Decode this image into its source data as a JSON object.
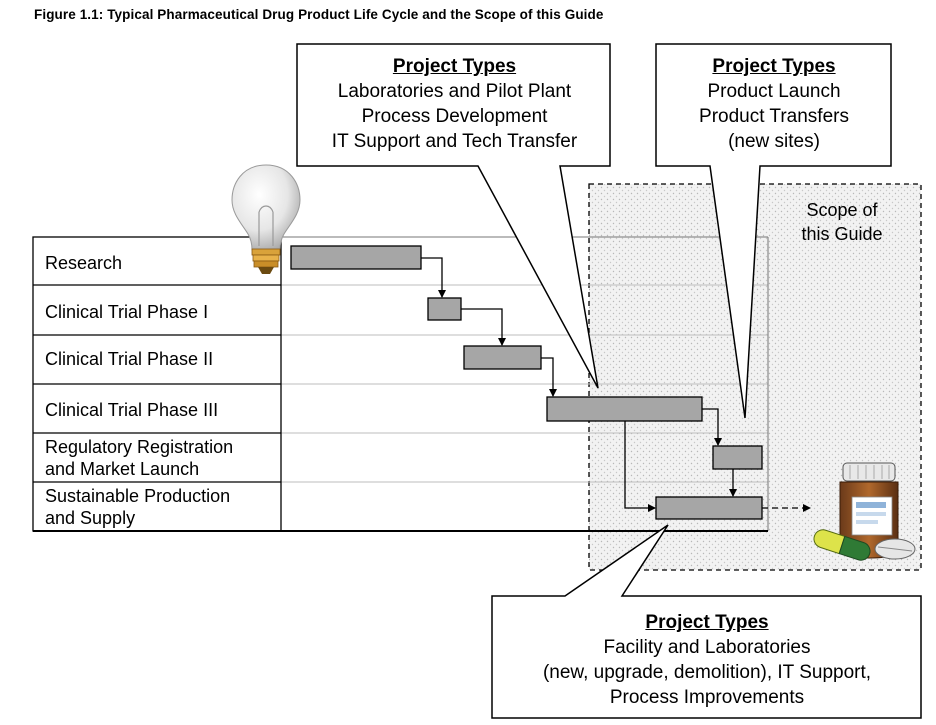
{
  "figure_title": "Figure 1.1: Typical Pharmaceutical Drug Product Life Cycle and the Scope of this Guide",
  "stages": [
    {
      "label_lines": [
        "Research"
      ]
    },
    {
      "label_lines": [
        "Clinical Trial Phase I"
      ]
    },
    {
      "label_lines": [
        "Clinical Trial Phase II"
      ]
    },
    {
      "label_lines": [
        "Clinical Trial Phase III"
      ]
    },
    {
      "label_lines": [
        "Regulatory Registration",
        "and Market Launch"
      ]
    },
    {
      "label_lines": [
        "Sustainable Production",
        "and Supply"
      ]
    }
  ],
  "scope": {
    "lines": [
      "Scope of",
      "this Guide"
    ]
  },
  "callouts": {
    "top_center": {
      "heading": "Project Types",
      "lines": [
        "Laboratories and Pilot Plant",
        "Process Development",
        "IT Support and Tech Transfer"
      ]
    },
    "top_right": {
      "heading": "Project Types",
      "lines": [
        "Product Launch",
        "Product Transfers",
        "(new sites)"
      ]
    },
    "bottom": {
      "heading": "Project Types",
      "lines": [
        "Facility and Laboratories",
        "(new, upgrade, demolition), IT Support,",
        "Process Improvements"
      ]
    }
  },
  "icons": [
    "light-bulb-icon",
    "medicine-bottle-icon",
    "capsule-icon",
    "pill-icon"
  ],
  "colors": {
    "bar_fill": "#a6a6a6",
    "scope_fill": "#eeeeee",
    "grid_line": "#bdbdbd",
    "outline": "#000000"
  }
}
